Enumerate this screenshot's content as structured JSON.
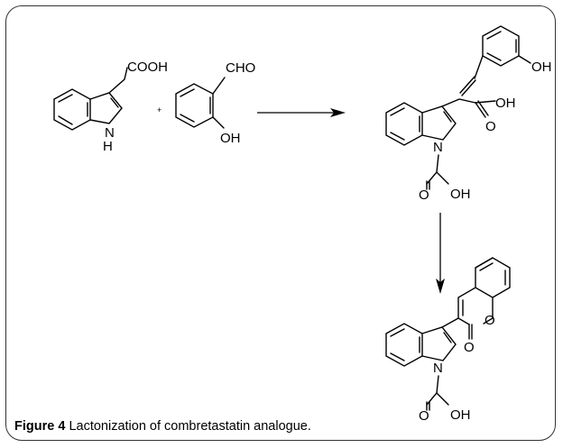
{
  "caption": {
    "label": "Figure 4",
    "text": "Lactonization of combretastatin analogue."
  },
  "labels": {
    "cooh": "COOH",
    "cho": "CHO",
    "oh": "OH",
    "n": "N",
    "h": "H",
    "o": "O",
    "plus": "+"
  }
}
